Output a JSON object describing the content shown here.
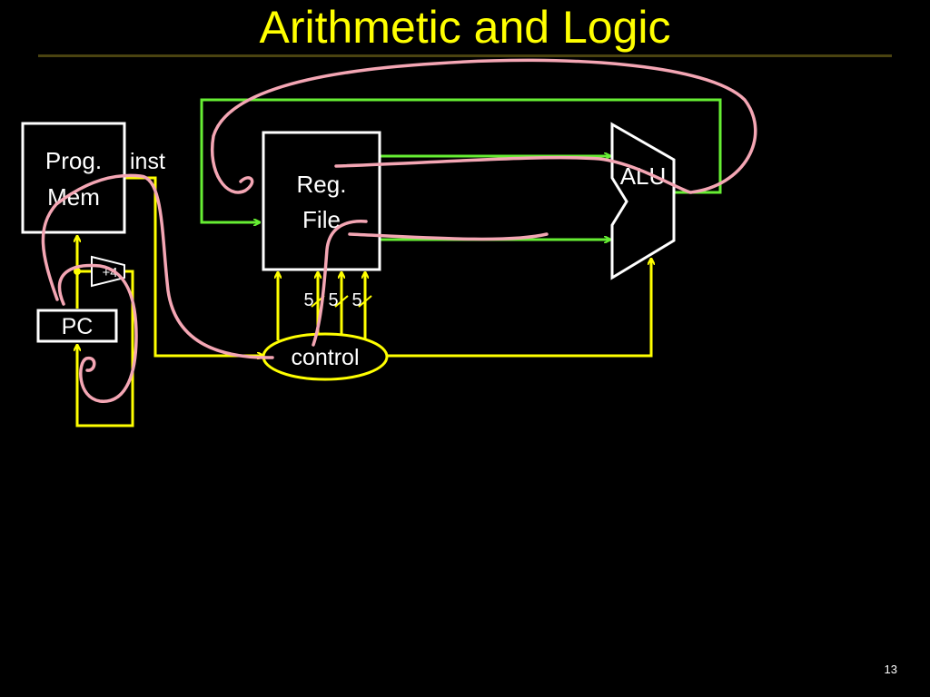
{
  "slide": {
    "title": "Arithmetic and Logic",
    "number": "13"
  },
  "diagram": {
    "prog_mem_line1": "Prog.",
    "prog_mem_line2": "Mem",
    "inst_label": "inst",
    "reg_file_line1": "Reg.",
    "reg_file_line2": "File",
    "alu_label": "ALU",
    "pc_label": "PC",
    "adder_label": "+4",
    "control_label": "control",
    "bus_width_1": "5",
    "bus_width_2": "5",
    "bus_width_3": "5"
  },
  "colors": {
    "background": "#000000",
    "title": "#ffff00",
    "control_wires": "#ffff00",
    "data_wires": "#66ee33",
    "ink_annotation": "#f4a6b4",
    "boxes": "#ffffff"
  }
}
